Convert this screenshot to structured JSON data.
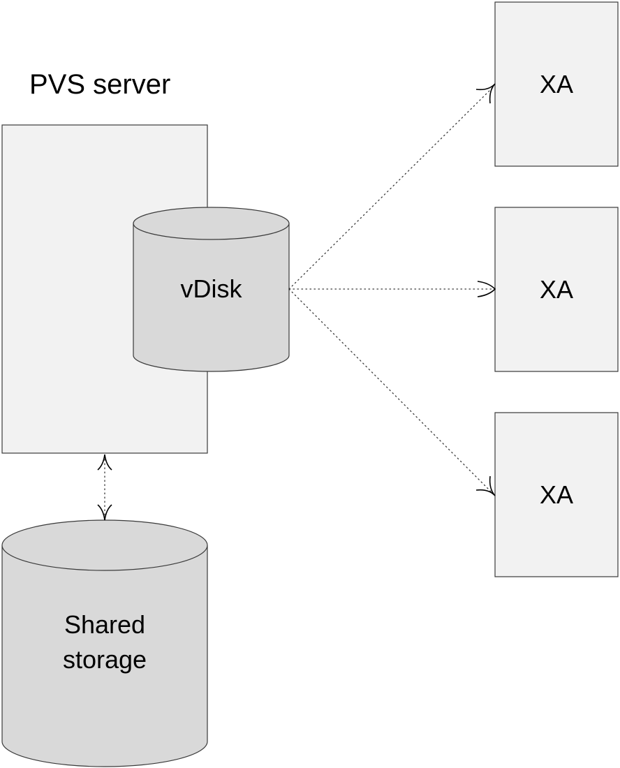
{
  "title": "PVS server",
  "vdisk_label": "vDisk",
  "storage_label_line1": "Shared",
  "storage_label_line2": "storage",
  "clients": [
    {
      "label": "XA"
    },
    {
      "label": "XA"
    },
    {
      "label": "XA"
    }
  ],
  "colors": {
    "server_fill": "#f2f2f2",
    "cylinder_fill": "#d9d9d9",
    "stroke": "#3a3a3a",
    "text": "#000000"
  }
}
